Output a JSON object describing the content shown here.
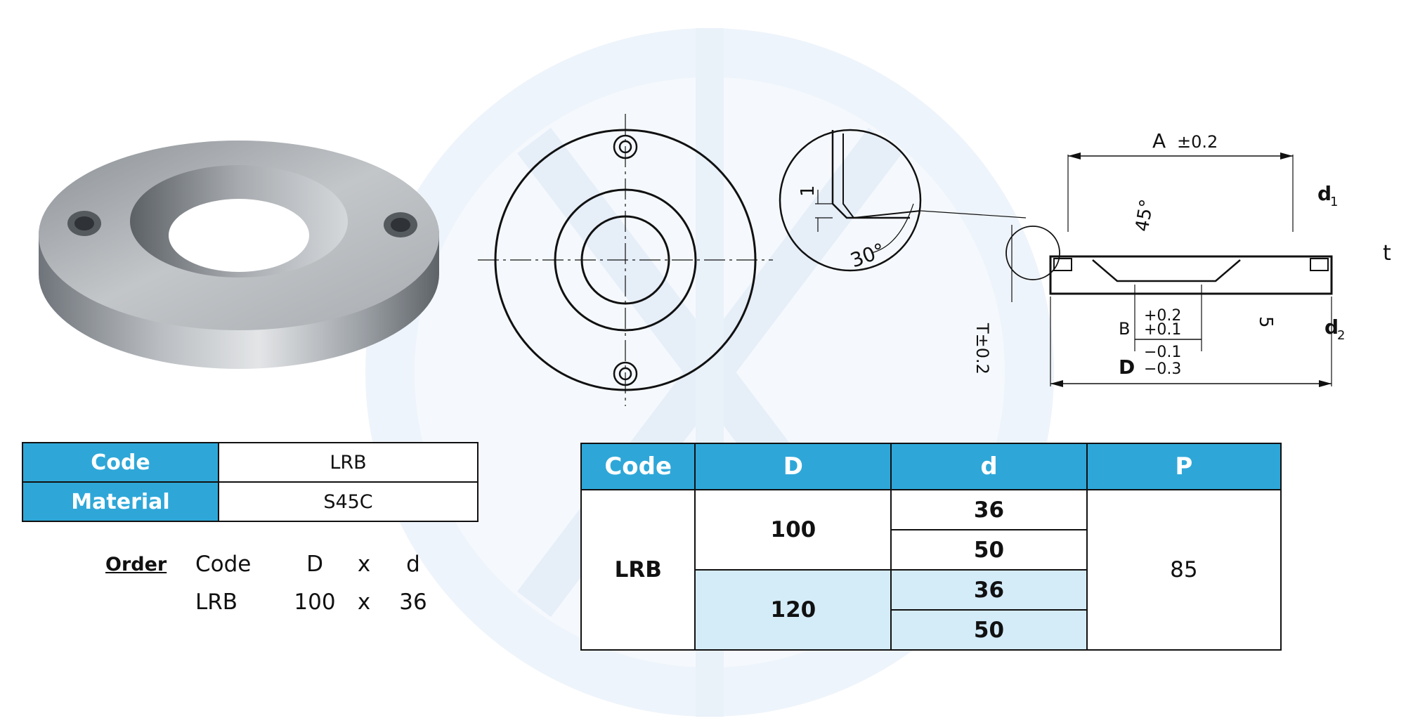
{
  "spec_table": {
    "rows": [
      {
        "header": "Code",
        "value": "LRB"
      },
      {
        "header": "Material",
        "value": "S45C"
      }
    ]
  },
  "order": {
    "label": "Order",
    "columns": [
      "Code",
      "D",
      "x",
      "d"
    ],
    "example": [
      "LRB",
      "100",
      "x",
      "36"
    ]
  },
  "price_table": {
    "headers": [
      "Code",
      "D",
      "d",
      "P"
    ],
    "code": "LRB",
    "groups": [
      {
        "D": "100",
        "d": [
          "36",
          "50"
        ]
      },
      {
        "D": "120",
        "d": [
          "36",
          "50"
        ]
      }
    ],
    "P": "85"
  },
  "drawing": {
    "A_label": "A",
    "A_tol": "±0.2",
    "d1_label": "d",
    "d1_sub": "1",
    "d2_label": "d",
    "d2_sub": "2",
    "t_label": "t",
    "angle45": "45°",
    "angle30": "30°",
    "one": "1",
    "five": "5",
    "B_label": "B",
    "B_tol_upper": "+0.2",
    "B_tol_lower": "+0.1",
    "D_label": "D",
    "D_tol_upper": "−0.1",
    "D_tol_lower": "−0.3",
    "T_label": "T±0.2"
  },
  "colors": {
    "header_blue": "#2ea7d8",
    "alt_row_blue": "#d4ecf8",
    "watermark": "#e9f1fb"
  }
}
